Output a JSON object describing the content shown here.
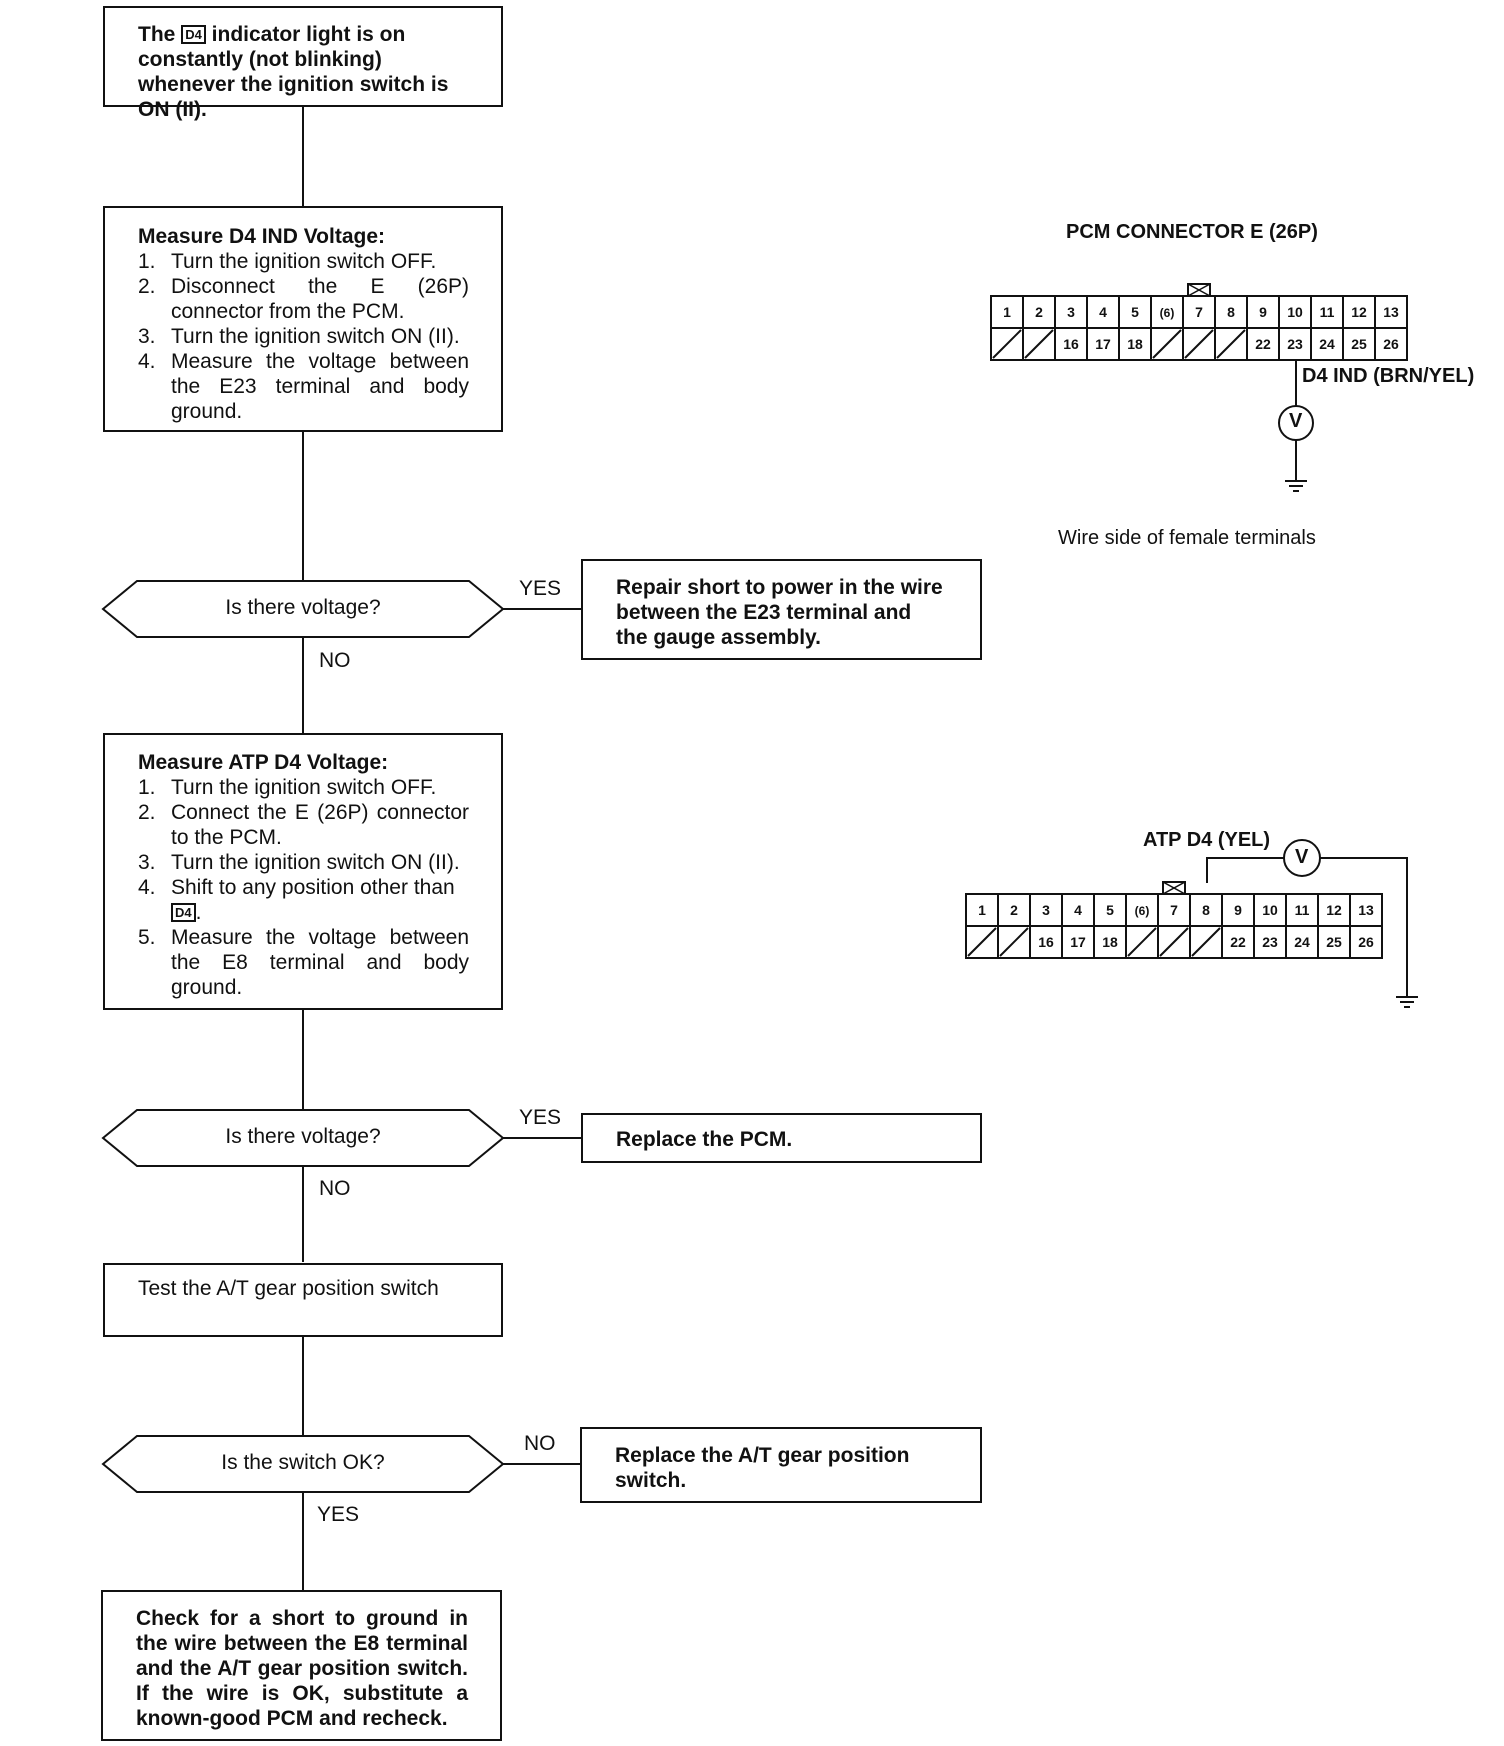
{
  "flowchart": {
    "start": {
      "text_pre": "The",
      "badge": "D4",
      "text_post": "indicator light is on constantly (not blinking) whenever the ignition switch is ON (II)."
    },
    "measure_d4": {
      "title": "Measure D4 IND Voltage:",
      "steps": [
        {
          "num": "1.",
          "text": "Turn the ignition switch OFF."
        },
        {
          "num": "2.",
          "text": "Disconnect the E (26P) connector from the PCM."
        },
        {
          "num": "3.",
          "text": "Turn the ignition switch ON (II)."
        },
        {
          "num": "4.",
          "text": "Measure the voltage between the E23 terminal and body ground."
        }
      ]
    },
    "decision1": {
      "question": "Is there voltage?",
      "yes": "YES",
      "no": "NO"
    },
    "result1": {
      "text": "Repair short to power in the wire between the E23 terminal and the gauge assembly."
    },
    "measure_atp": {
      "title": "Measure ATP D4 Voltage:",
      "steps": [
        {
          "num": "1.",
          "text": "Turn the ignition switch OFF."
        },
        {
          "num": "2.",
          "text": "Connect the E (26P) connector to the PCM."
        },
        {
          "num": "3.",
          "text": "Turn the ignition switch ON (II)."
        },
        {
          "num": "4.",
          "text": "Shift to any position other than",
          "badge": "D4",
          "post": "."
        },
        {
          "num": "5.",
          "text": "Measure the voltage between the E8 terminal and body ground."
        }
      ]
    },
    "decision2": {
      "question": "Is there voltage?",
      "yes": "YES",
      "no": "NO"
    },
    "result2": {
      "text": "Replace the PCM."
    },
    "test_switch": {
      "text": "Test the A/T gear position switch"
    },
    "decision3": {
      "question": "Is the switch OK?",
      "yes": "YES",
      "no": "NO"
    },
    "result3": {
      "text": "Replace the A/T gear position switch."
    },
    "final": {
      "text": "Check for a short to ground in the wire between the E8 terminal and the A/T gear position switch. If the wire is OK, substitute a known-good PCM and recheck."
    }
  },
  "connector_1": {
    "title": "PCM CONNECTOR E (26P)",
    "top_row": [
      "1",
      "2",
      "3",
      "4",
      "5",
      "(6)",
      "7",
      "8",
      "9",
      "10",
      "11",
      "12",
      "13"
    ],
    "bottom_row": [
      "/",
      "/",
      "16",
      "17",
      "18",
      "/",
      "/",
      "/",
      "22",
      "23",
      "24",
      "25",
      "26"
    ],
    "wire_label": "D4 IND (BRN/YEL)",
    "meter": "V",
    "caption": "Wire side of female terminals"
  },
  "connector_2": {
    "top_row": [
      "1",
      "2",
      "3",
      "4",
      "5",
      "(6)",
      "7",
      "8",
      "9",
      "10",
      "11",
      "12",
      "13"
    ],
    "bottom_row": [
      "/",
      "/",
      "16",
      "17",
      "18",
      "/",
      "/",
      "/",
      "22",
      "23",
      "24",
      "25",
      "26"
    ],
    "wire_label": "ATP D4 (YEL)",
    "meter": "V"
  }
}
